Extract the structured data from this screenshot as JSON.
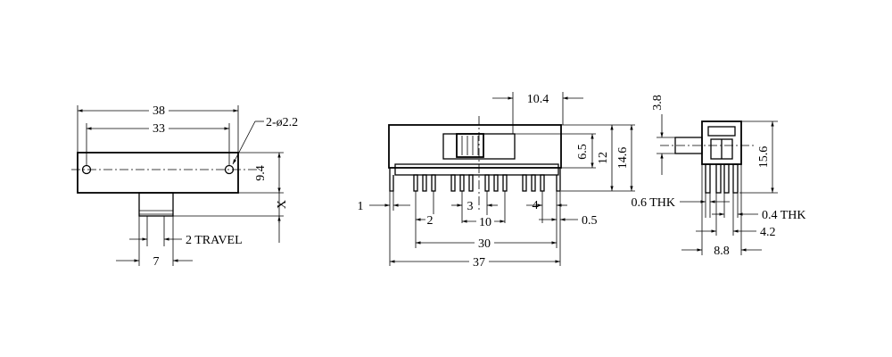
{
  "front_view": {
    "overall_width": "38",
    "hole_pitch": "33",
    "hole_spec": "2-ø2.2",
    "body_height": "9.4",
    "actuator_height": "X",
    "travel": "2 TRAVEL",
    "actuator_width": "7"
  },
  "side_view": {
    "actuator_span": "10.4",
    "actuator_height": "6.5",
    "body_height": "12",
    "total_height": "14.6",
    "edge_offset": "1",
    "dim_2": "2",
    "dim_3": "3",
    "dim_4": "4",
    "pin_pitch": "10",
    "pin_offset": "0.5",
    "pin_span": "30",
    "overall_length": "37"
  },
  "end_view": {
    "knob_height": "3.8",
    "total_height": "15.6",
    "terminal_thickness": "0.6 THK",
    "lug_thickness": "0.4 THK",
    "pin_row_spacing": "4.2",
    "footprint_width": "8.8"
  }
}
